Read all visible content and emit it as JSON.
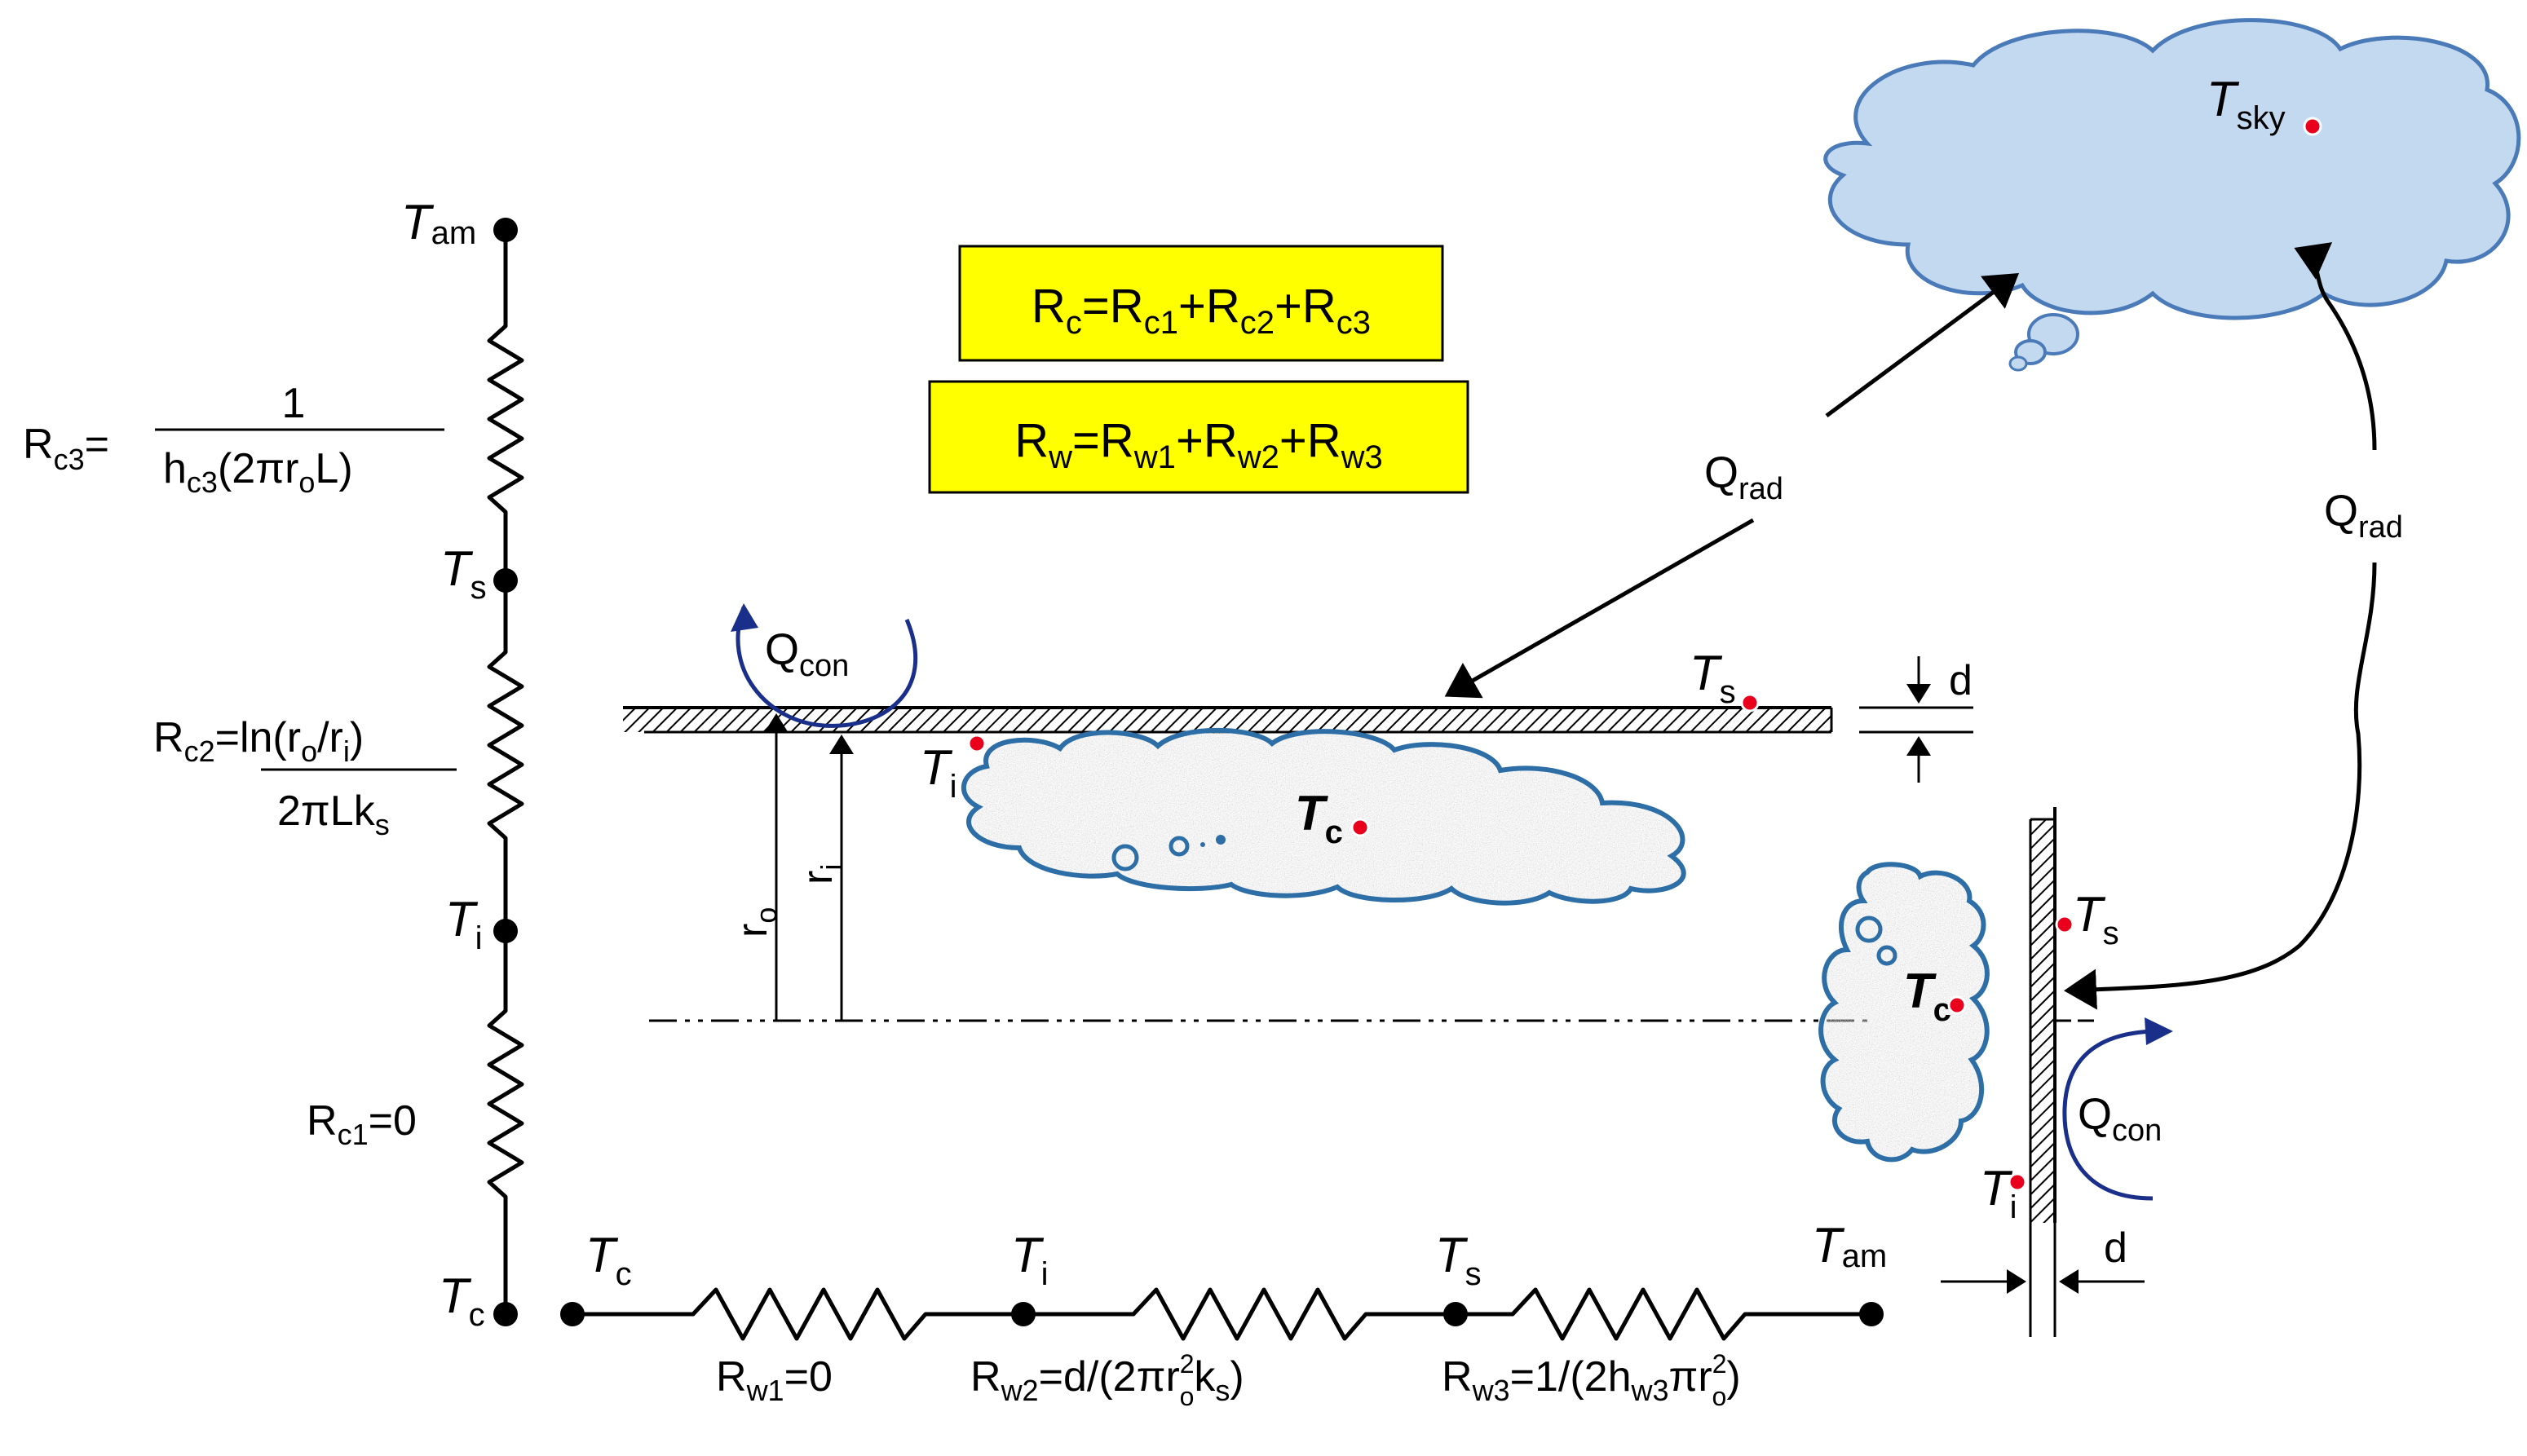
{
  "box_rc": {
    "R": "R",
    "c": "c",
    "eq": "=",
    "rc1": "c1",
    "plus": "+",
    "rc2": "c2",
    "rc3": "c3"
  },
  "box_rw": {
    "R": "R",
    "w": "w",
    "eq": "=",
    "rw1": "w1",
    "plus": "+",
    "rw2": "w2",
    "rw3": "w3"
  },
  "vert": {
    "T": "T",
    "am": "am",
    "s": "s",
    "i": "i",
    "c": "c",
    "rc3_lhs_sub": "c3",
    "eq": "=",
    "one": "1",
    "rc3_den_pre": "h",
    "rc3_den_sub": "c3",
    "rc3_den_mid": "(2πr",
    "rc3_den_o": "o",
    "rc3_den_end": "L)",
    "rc2_sub": "c2",
    "rc2_num_pre": "=ln(r",
    "rc2_num_o": "o",
    "rc2_num_mid": "/r",
    "rc2_num_i": "i",
    "rc2_num_end": ")",
    "rc2_den": "2πLk",
    "rc2_den_s": "s",
    "rc1_sub": "c1",
    "rc1_val": "=0"
  },
  "horiz": {
    "T": "T",
    "c": "c",
    "i": "i",
    "s": "s",
    "am": "am",
    "rw1_sub": "w1",
    "rw1_val": "=0",
    "rw2_sub": "w2",
    "rw2_pre": "=d/(2πr",
    "rw2_sup": "2",
    "rw2_o": "o",
    "rw2_k": "k",
    "rw2_s": "s",
    "rw2_end": ")",
    "rw3_sub": "w3",
    "rw3_pre": "=1/(2h",
    "rw3_h": "w3",
    "rw3_mid": "πr",
    "rw3_sup": "2",
    "rw3_o": "o",
    "rw3_end": ")"
  },
  "labels": {
    "Q": "Q",
    "rad": "rad",
    "con": "con",
    "sky": "sky",
    "T": "T",
    "s": "s",
    "i": "i",
    "c": "c",
    "d": "d",
    "r": "r",
    "o": "o"
  },
  "colors": {
    "box_fill": "#ffff00",
    "cloud_fill": "#c3d9f0",
    "cloud_stroke": "#4a7ab8",
    "pile_stroke": "#2e6ea6",
    "marker": "#e8001c",
    "arrow_blue": "#1a2f8a"
  }
}
